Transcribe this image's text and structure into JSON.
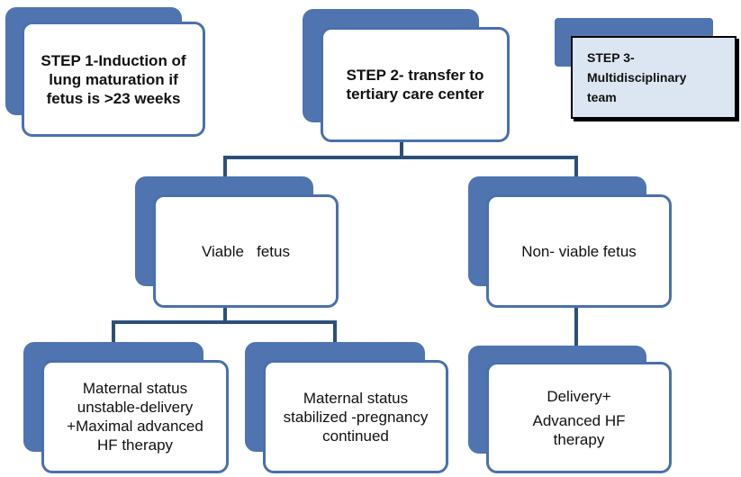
{
  "diagram": {
    "step1": {
      "lines": [
        "STEP 1-Induction of",
        "lung maturation if",
        "fetus is >23 weeks"
      ]
    },
    "step2": {
      "lines": [
        "STEP 2- transfer to",
        "tertiary care center"
      ]
    },
    "step3": {
      "lines": [
        "STEP 3-",
        "Multidisciplinary",
        "team"
      ]
    },
    "viable": {
      "lines": [
        "Viable   fetus"
      ]
    },
    "nonviable": {
      "lines": [
        "Non- viable fetus"
      ]
    },
    "unstable": {
      "lines": [
        "Maternal status",
        "unstable-delivery",
        "+Maximal advanced",
        "HF therapy"
      ]
    },
    "stabilized": {
      "lines": [
        "Maternal status",
        "stabilized -pregnancy",
        "continued"
      ]
    },
    "delivery": {
      "lines": [
        "Delivery+",
        "Advanced HF",
        "therapy"
      ]
    }
  }
}
